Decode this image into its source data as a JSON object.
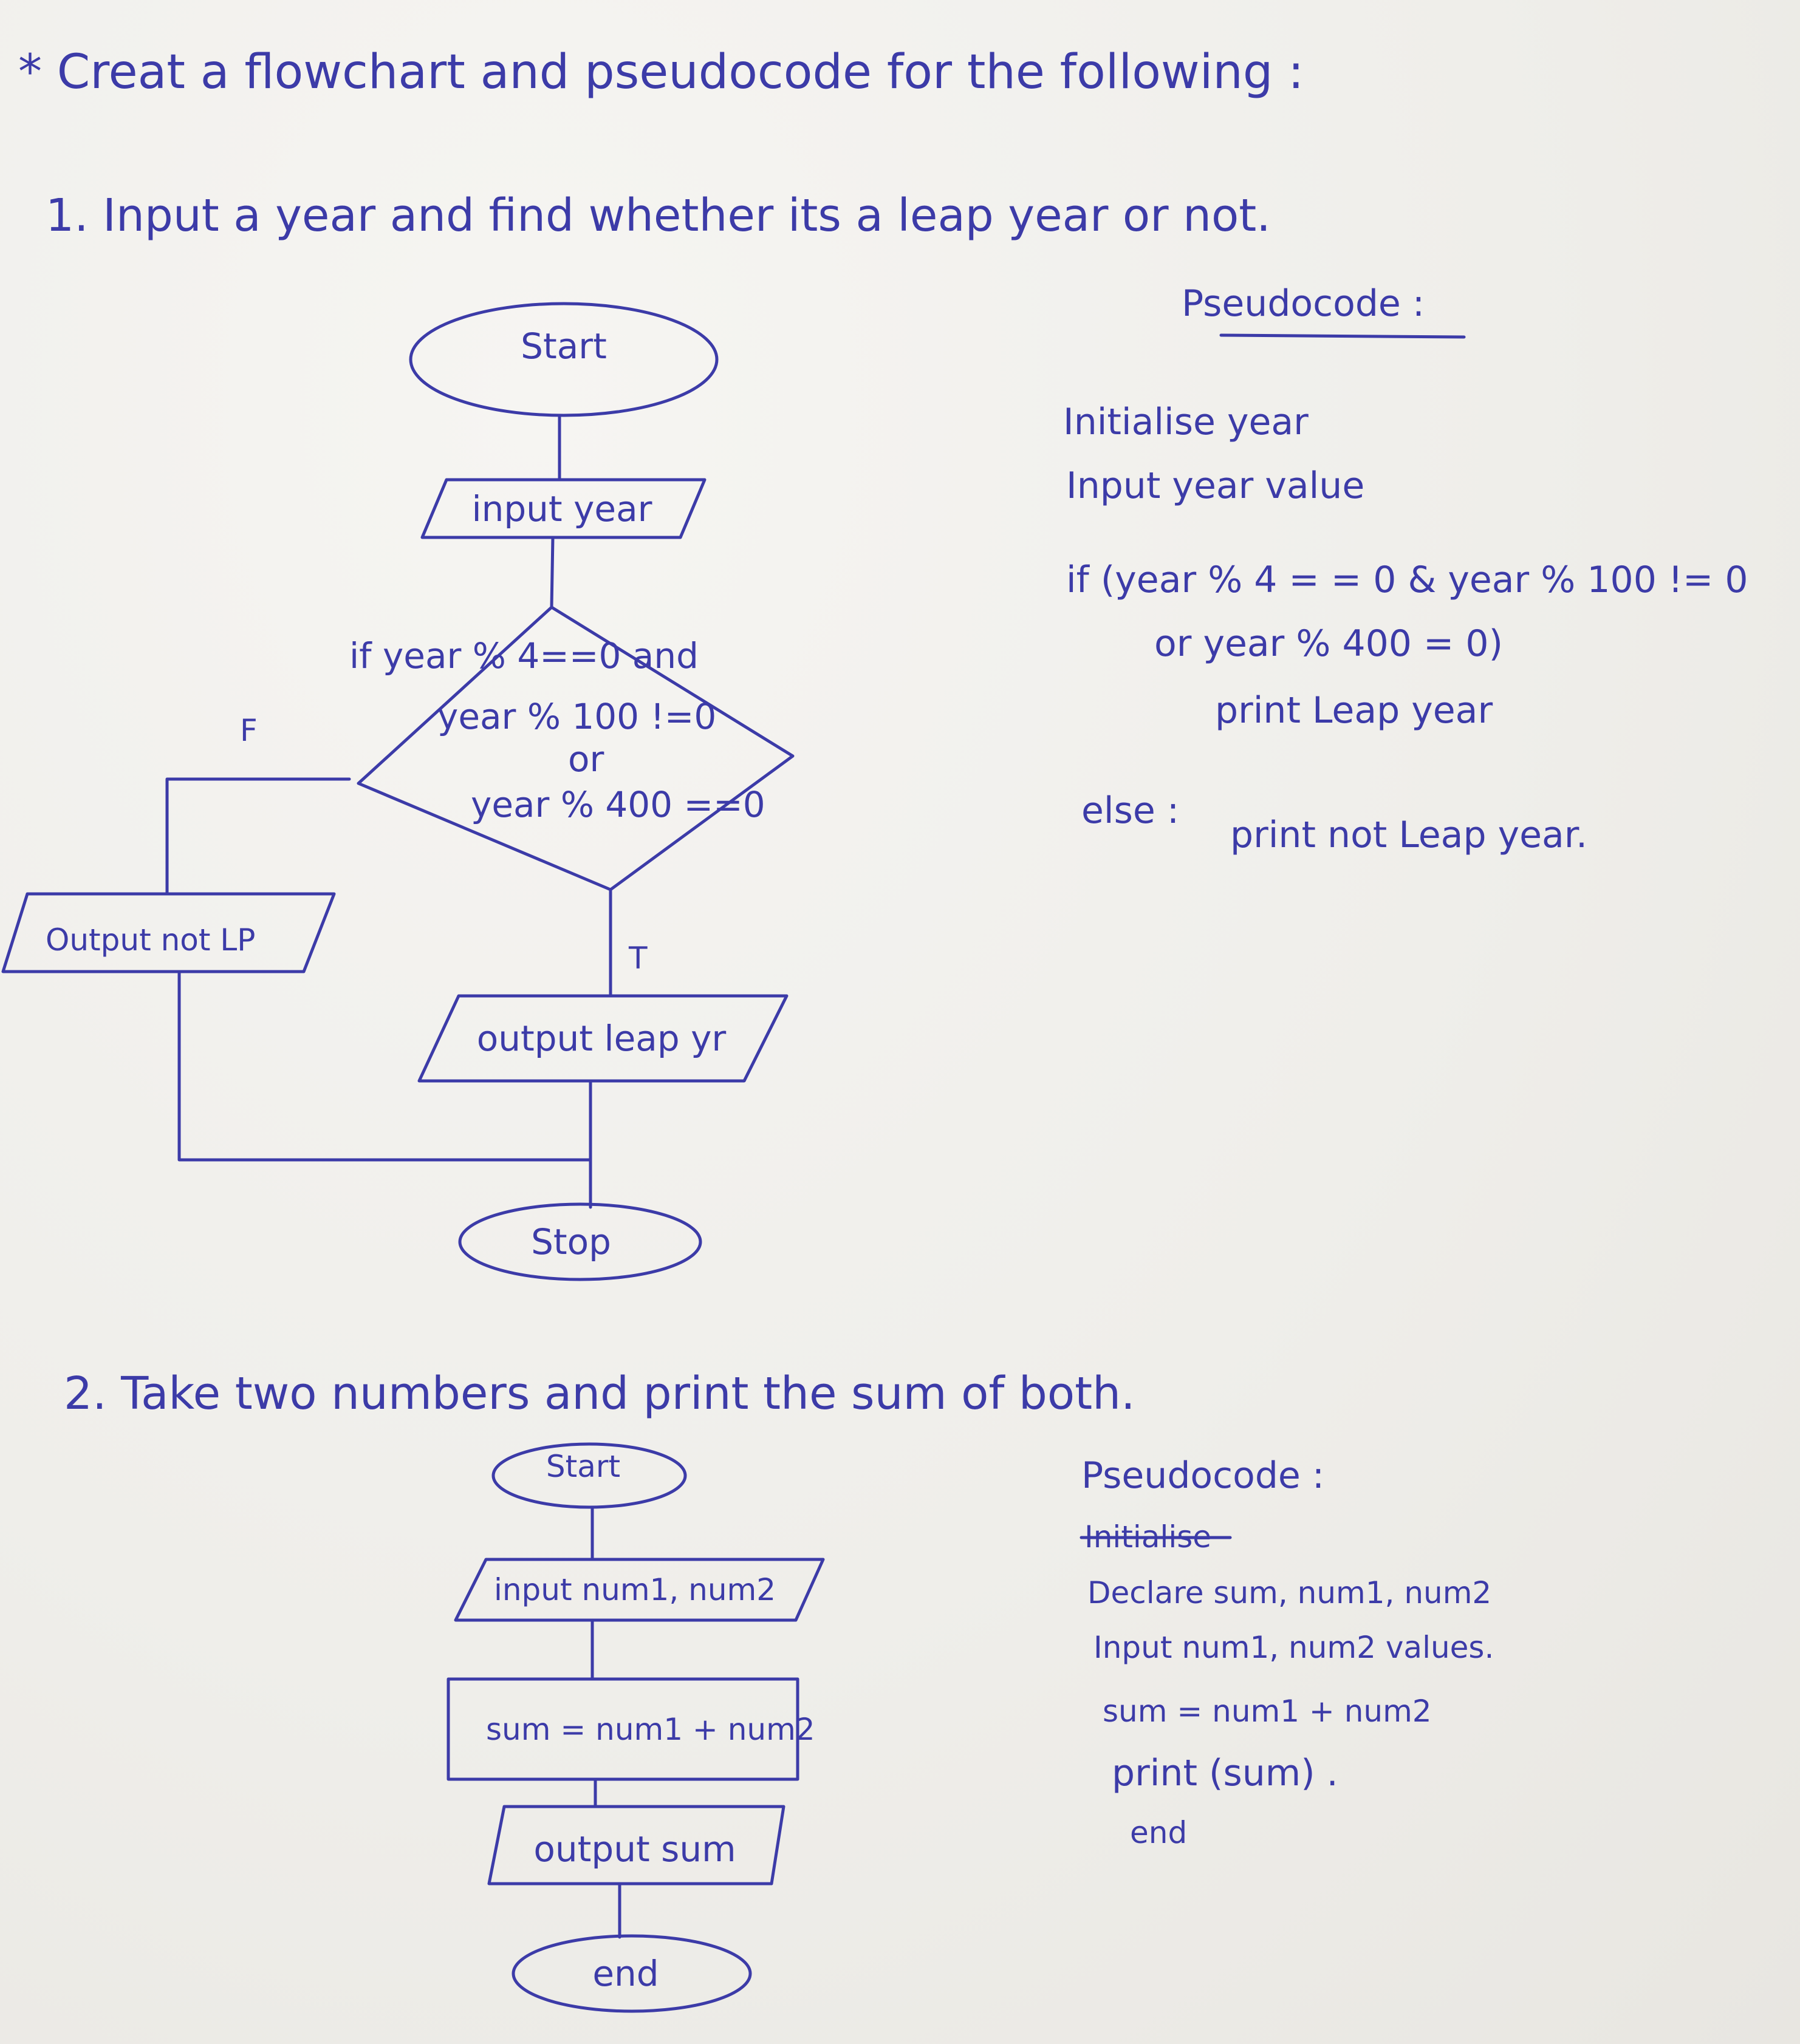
{
  "heading": "* Creat a flowchart and pseudocode for the following :",
  "problem1": {
    "prompt": "1. Input a year and find whether its a leap year or not.",
    "flowchart": {
      "start": "Start",
      "input": "input year",
      "condition_line1": "if year % 4==0 and",
      "condition_line2": "year % 100 !=0",
      "condition_line3": "or",
      "condition_line4": "year % 400 ==0",
      "false_label": "F",
      "true_label": "T",
      "output_false": "Output not LP",
      "output_true": "output leap yr",
      "stop": "Stop"
    },
    "pseudocode": {
      "heading": "Pseudocode :",
      "lines": [
        "Initialise year",
        "Input year value",
        "if (year % 4 = = 0 & year % 100 != 0",
        "or year % 400 = 0)",
        "print Leap year",
        "else :",
        "print not Leap year."
      ]
    }
  },
  "problem2": {
    "prompt": "2. Take two numbers and print the sum of both.",
    "flowchart": {
      "start": "Start",
      "input": "input num1, num2",
      "process": "sum = num1 + num2",
      "output": "output sum",
      "end": "end"
    },
    "pseudocode": {
      "heading": "Pseudocode :",
      "struck": "Initialise",
      "lines": [
        "Declare sum, num1, num2",
        "Input num1, num2 values.",
        "sum = num1 + num2",
        "print (sum) .",
        "end"
      ]
    }
  }
}
